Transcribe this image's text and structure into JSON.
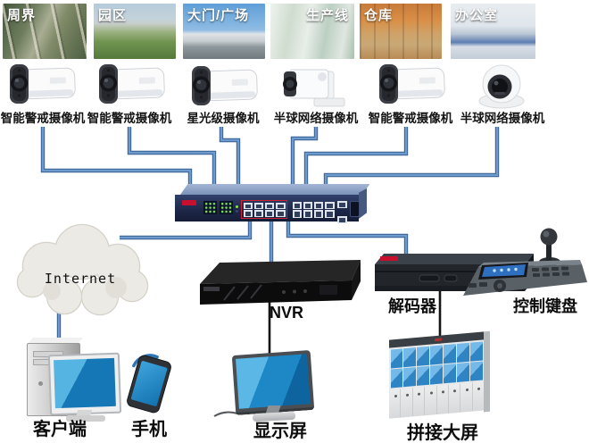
{
  "scenes": [
    {
      "label": "周界",
      "icon": "perimeter-photo"
    },
    {
      "label": "园区",
      "icon": "campus-photo"
    },
    {
      "label": "大门/广场",
      "icon": "gate-plaza-photo"
    },
    {
      "label": "生产线",
      "icon": "production-line-photo"
    },
    {
      "label": "仓库",
      "icon": "warehouse-photo"
    },
    {
      "label": "办公室",
      "icon": "office-photo"
    }
  ],
  "cameras": [
    {
      "label": "智能警戒摄像机",
      "type": "bullet-camera"
    },
    {
      "label": "智能警戒摄像机",
      "type": "bullet-camera"
    },
    {
      "label": "星光级摄像机",
      "type": "bullet-camera"
    },
    {
      "label": "半球网络摄像机",
      "type": "box-camera"
    },
    {
      "label": "智能警戒摄像机",
      "type": "bullet-camera"
    },
    {
      "label": "半球网络摄像机",
      "type": "turret-camera"
    }
  ],
  "network": {
    "internet_label": "Internet",
    "switch_name": "16-port-poe-switch"
  },
  "devices": {
    "nvr_label": "NVR",
    "decoder_label": "解码器",
    "keyboard_label": "控制键盘"
  },
  "clients": {
    "client_label": "客户端",
    "phone_label": "手机",
    "monitor_label": "显示屏",
    "videowall_label": "拼接大屏"
  },
  "colors": {
    "wire_blue": "#4f81bd",
    "wire_blue_dark": "#3a6496",
    "wire_black": "#151515",
    "switch_body": "#1f2b4d",
    "screen_blue": "#1b86c8",
    "hikvision_red": "#c8102e",
    "led_green": "#86e84e",
    "cloud_gray": "#eceae5",
    "wifi_blue": "#2e75b6"
  }
}
